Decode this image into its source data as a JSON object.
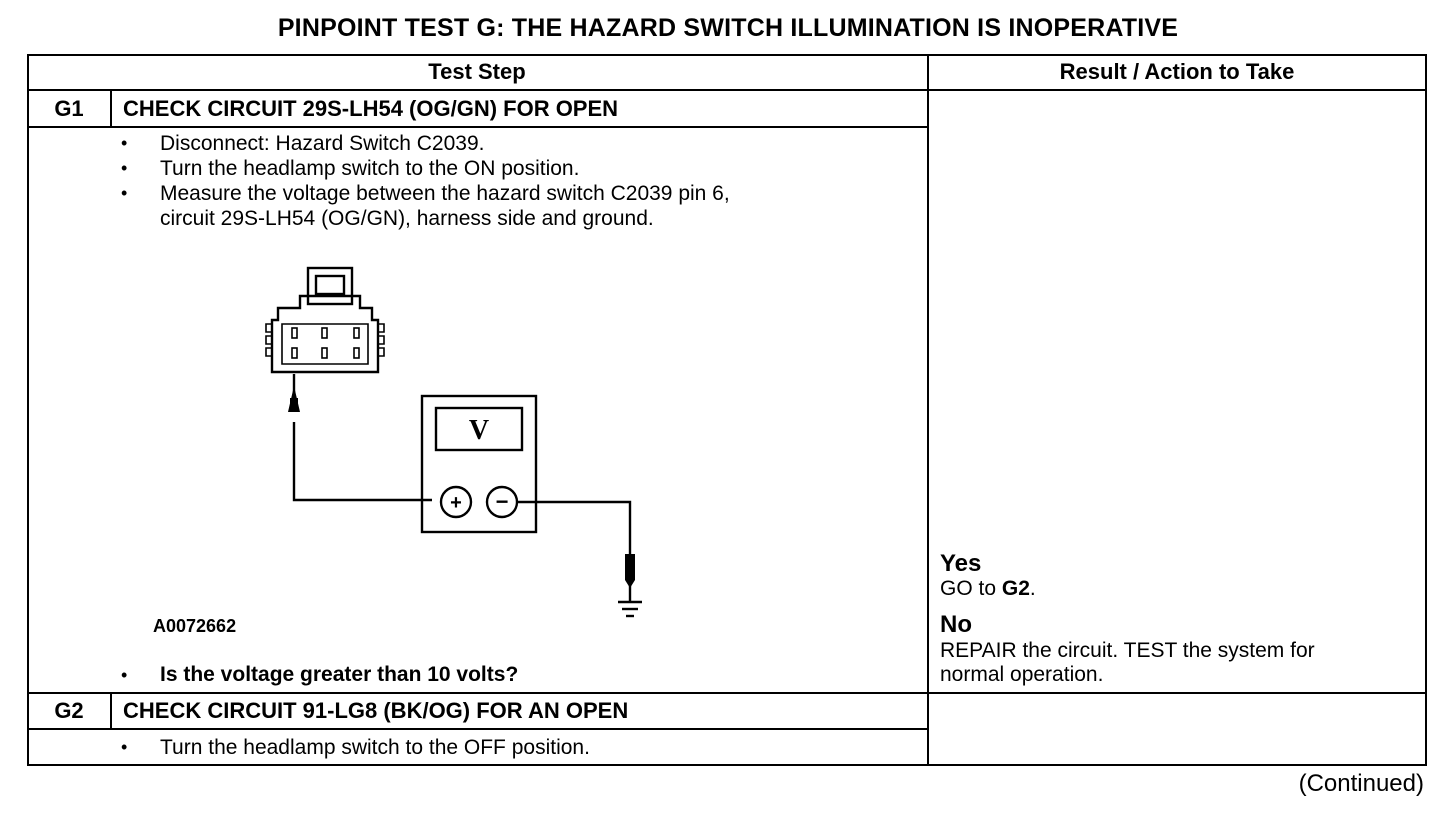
{
  "title": "PINPOINT TEST G: THE HAZARD SWITCH ILLUMINATION IS INOPERATIVE",
  "table": {
    "col_headers": [
      "Test Step",
      "Result / Action to Take"
    ],
    "steps": [
      {
        "id": "G1",
        "heading": "CHECK CIRCUIT 29S-LH54 (OG/GN) FOR OPEN",
        "bullets": [
          "Disconnect: Hazard Switch C2039.",
          "Turn the headlamp switch to the ON position.",
          "Measure the voltage between the hazard switch C2039 pin 6,",
          "circuit 29S-LH54 (OG/GN), harness side and ground."
        ],
        "figure_id": "A0072662",
        "question": "Is the voltage greater than 10 volts?",
        "results": {
          "yes_label": "Yes",
          "yes_prefix": "GO to ",
          "yes_target": "G2",
          "yes_suffix": ".",
          "no_label": "No",
          "no_line1": "REPAIR the circuit. TEST the system for",
          "no_line2": "normal operation."
        }
      },
      {
        "id": "G2",
        "heading": "CHECK CIRCUIT 91-LG8 (BK/OG) FOR AN OPEN",
        "bullets": [
          "Turn the headlamp switch to the OFF position."
        ]
      }
    ]
  },
  "meter": {
    "display": "V",
    "plus": "+",
    "minus": "−"
  },
  "bullet_char": "•",
  "footer": "(Continued)"
}
